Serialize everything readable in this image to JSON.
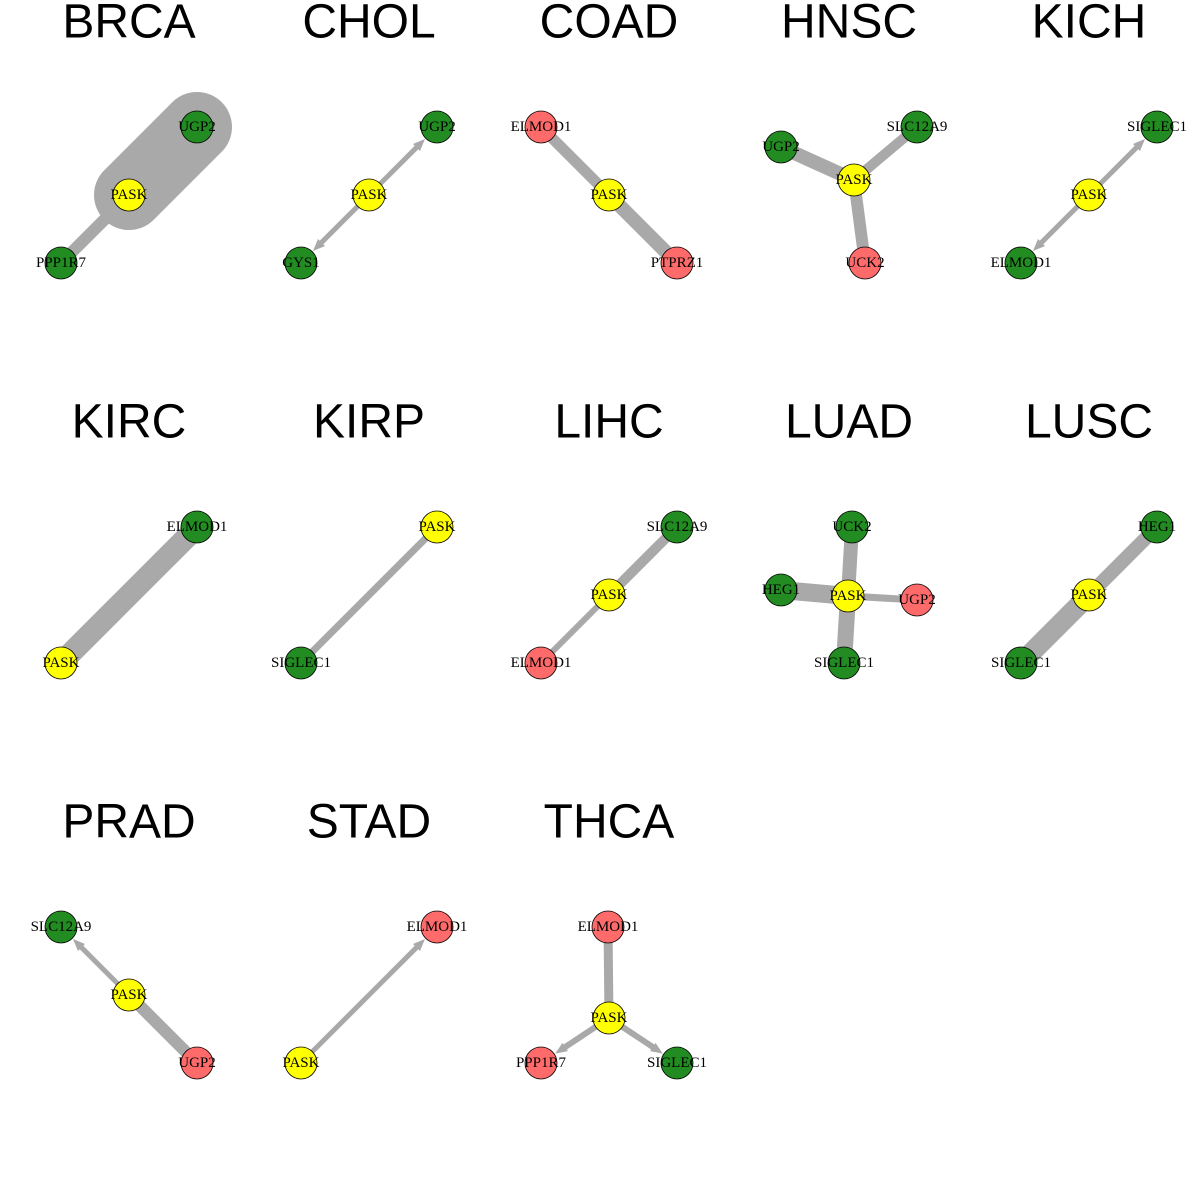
{
  "colors": {
    "up": "#FF6A6A",
    "down": "#228B22",
    "hub": "#FFFF00",
    "edge": "#A9A9A9"
  },
  "panels": [
    {
      "title": "BRCA",
      "nodes": [
        {
          "name": "UGP2",
          "type": "down"
        },
        {
          "name": "PASK",
          "type": "hub"
        },
        {
          "name": "PPP1R7",
          "type": "down"
        }
      ],
      "edges": [
        [
          "PASK",
          "UGP2"
        ],
        [
          "PASK",
          "PPP1R7"
        ]
      ]
    },
    {
      "title": "CHOL",
      "nodes": [
        {
          "name": "UGP2",
          "type": "down"
        },
        {
          "name": "PASK",
          "type": "hub"
        },
        {
          "name": "GYS1",
          "type": "down"
        }
      ],
      "edges": [
        [
          "PASK",
          "UGP2"
        ],
        [
          "PASK",
          "GYS1"
        ]
      ]
    },
    {
      "title": "COAD",
      "nodes": [
        {
          "name": "ELMOD1",
          "type": "up"
        },
        {
          "name": "PASK",
          "type": "hub"
        },
        {
          "name": "PTPRZ1",
          "type": "up"
        }
      ],
      "edges": [
        [
          "PASK",
          "ELMOD1"
        ],
        [
          "PASK",
          "PTPRZ1"
        ]
      ]
    },
    {
      "title": "HNSC",
      "nodes": [
        {
          "name": "UGP2",
          "type": "down"
        },
        {
          "name": "SLC12A9",
          "type": "down"
        },
        {
          "name": "PASK",
          "type": "hub"
        },
        {
          "name": "UCK2",
          "type": "up"
        }
      ],
      "edges": [
        [
          "PASK",
          "UGP2"
        ],
        [
          "PASK",
          "SLC12A9"
        ],
        [
          "PASK",
          "UCK2"
        ]
      ]
    },
    {
      "title": "KICH",
      "nodes": [
        {
          "name": "SIGLEC1",
          "type": "down"
        },
        {
          "name": "PASK",
          "type": "hub"
        },
        {
          "name": "ELMOD1",
          "type": "down"
        }
      ],
      "edges": [
        [
          "PASK",
          "SIGLEC1"
        ],
        [
          "PASK",
          "ELMOD1"
        ]
      ]
    },
    {
      "title": "KIRC",
      "nodes": [
        {
          "name": "ELMOD1",
          "type": "down"
        },
        {
          "name": "PASK",
          "type": "hub"
        }
      ],
      "edges": [
        [
          "PASK",
          "ELMOD1"
        ]
      ]
    },
    {
      "title": "KIRP",
      "nodes": [
        {
          "name": "PASK",
          "type": "hub"
        },
        {
          "name": "SIGLEC1",
          "type": "down"
        }
      ],
      "edges": [
        [
          "PASK",
          "SIGLEC1"
        ]
      ]
    },
    {
      "title": "LIHC",
      "nodes": [
        {
          "name": "SLC12A9",
          "type": "down"
        },
        {
          "name": "PASK",
          "type": "hub"
        },
        {
          "name": "ELMOD1",
          "type": "up"
        }
      ],
      "edges": [
        [
          "PASK",
          "SLC12A9"
        ],
        [
          "PASK",
          "ELMOD1"
        ]
      ]
    },
    {
      "title": "LUAD",
      "nodes": [
        {
          "name": "UCK2",
          "type": "down"
        },
        {
          "name": "HEG1",
          "type": "down"
        },
        {
          "name": "PASK",
          "type": "hub"
        },
        {
          "name": "UGP2",
          "type": "up"
        },
        {
          "name": "SIGLEC1",
          "type": "down"
        }
      ],
      "edges": [
        [
          "PASK",
          "UCK2"
        ],
        [
          "PASK",
          "HEG1"
        ],
        [
          "PASK",
          "UGP2"
        ],
        [
          "PASK",
          "SIGLEC1"
        ]
      ]
    },
    {
      "title": "LUSC",
      "nodes": [
        {
          "name": "HEG1",
          "type": "down"
        },
        {
          "name": "PASK",
          "type": "hub"
        },
        {
          "name": "SIGLEC1",
          "type": "down"
        }
      ],
      "edges": [
        [
          "PASK",
          "HEG1"
        ],
        [
          "PASK",
          "SIGLEC1"
        ]
      ]
    },
    {
      "title": "PRAD",
      "nodes": [
        {
          "name": "SLC12A9",
          "type": "down"
        },
        {
          "name": "PASK",
          "type": "hub"
        },
        {
          "name": "UGP2",
          "type": "up"
        }
      ],
      "edges": [
        [
          "PASK",
          "SLC12A9"
        ],
        [
          "PASK",
          "UGP2"
        ]
      ]
    },
    {
      "title": "STAD",
      "nodes": [
        {
          "name": "ELMOD1",
          "type": "up"
        },
        {
          "name": "PASK",
          "type": "hub"
        }
      ],
      "edges": [
        [
          "PASK",
          "ELMOD1"
        ]
      ]
    },
    {
      "title": "THCA",
      "nodes": [
        {
          "name": "ELMOD1",
          "type": "up"
        },
        {
          "name": "PASK",
          "type": "hub"
        },
        {
          "name": "PPP1R7",
          "type": "up"
        },
        {
          "name": "SIGLEC1",
          "type": "down"
        }
      ],
      "edges": [
        [
          "PASK",
          "ELMOD1"
        ],
        [
          "PASK",
          "PPP1R7"
        ],
        [
          "PASK",
          "SIGLEC1"
        ]
      ]
    }
  ]
}
